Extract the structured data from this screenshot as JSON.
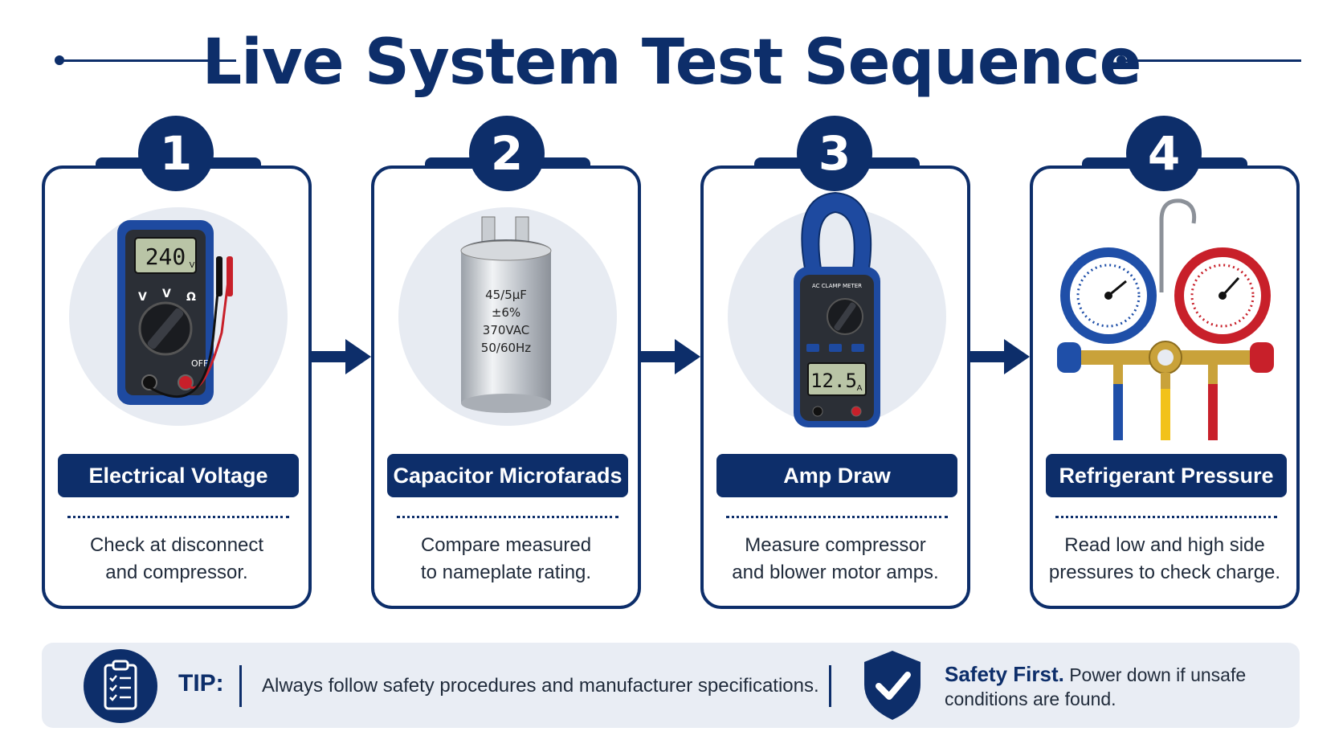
{
  "header": {
    "title": "Live System Test Sequence"
  },
  "steps": [
    {
      "number": "1",
      "label": "Electrical Voltage",
      "desc_line1": "Check at disconnect",
      "desc_line2": "and compressor.",
      "meter": {
        "reading": "240",
        "unit": "V",
        "dial_v1": "V",
        "dial_v2": "V",
        "dial_ohm": "Ω",
        "off": "OFF"
      }
    },
    {
      "number": "2",
      "label": "Capacitor Microfarads",
      "desc_line1": "Compare measured",
      "desc_line2": "to nameplate rating.",
      "capacitor": {
        "line1": "45/5µF",
        "line2": "±6%",
        "line3": "370VAC",
        "line4": "50/60Hz"
      }
    },
    {
      "number": "3",
      "label": "Amp Draw",
      "desc_line1": "Measure compressor",
      "desc_line2": "and blower motor amps.",
      "clamp": {
        "title": "AC CLAMP METER",
        "reading": "12.5",
        "unit": "A"
      }
    },
    {
      "number": "4",
      "label": "Refrigerant Pressure",
      "desc_line1": "Read low and high side",
      "desc_line2": "pressures to check charge."
    }
  ],
  "tip": {
    "label": "TIP:",
    "text": "Always follow safety procedures and manufacturer specifications.",
    "safety_bold": "Safety First.",
    "safety_text": "Power down if unsafe conditions are found."
  },
  "colors": {
    "navy": "#0d2e6a",
    "panel": "#e9edf4",
    "bubble": "#e7ebf2",
    "low_gauge": "#1f4fa8",
    "high_gauge": "#c8202a"
  }
}
